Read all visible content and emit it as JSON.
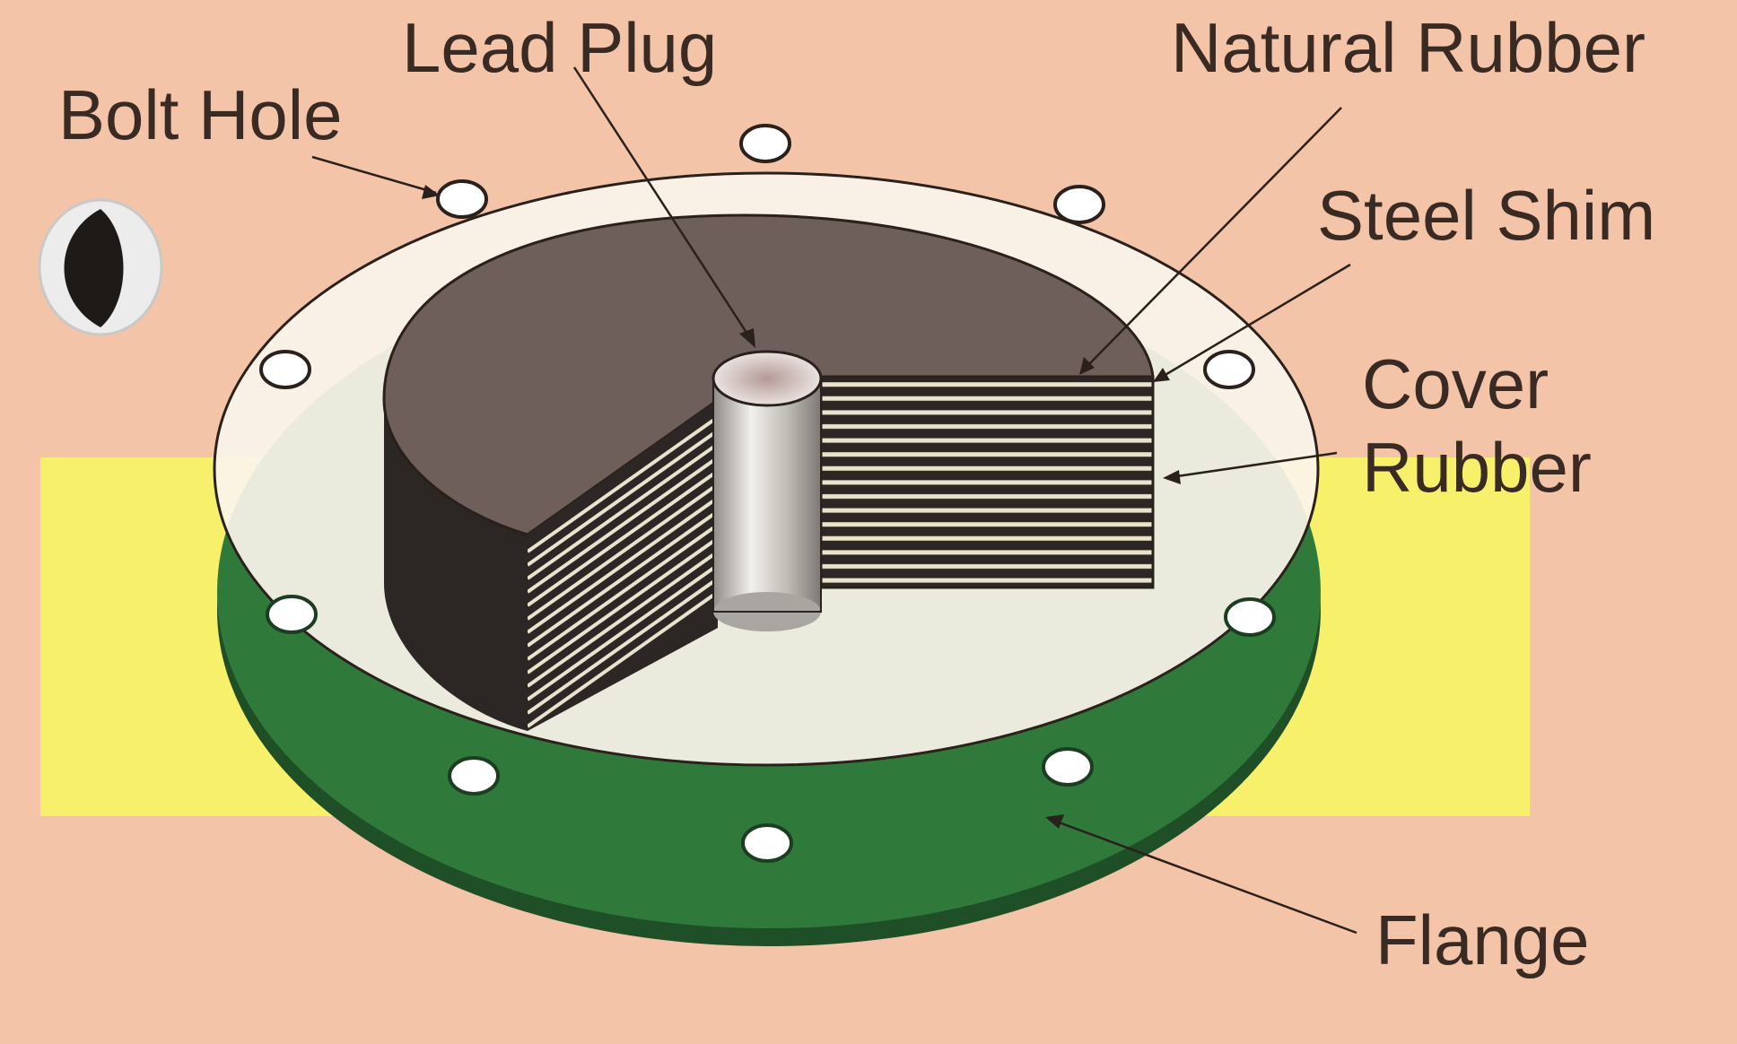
{
  "labels": {
    "lead_plug": "Lead Plug",
    "natural_rubber": "Natural Rubber",
    "bolt_hole": "Bolt Hole",
    "steel_shim": "Steel Shim",
    "cover_rubber_line1": "Cover",
    "cover_rubber_line2": "Rubber",
    "flange": "Flange"
  },
  "colors": {
    "background": "#f3c4a8",
    "highlight": "#f7f06a",
    "flange": "#2f7a3a",
    "top_plate": "#fbf4ec",
    "rubber_body": "#2c2624",
    "rubber_top": "#6f5f5a",
    "shim": "#e9e2cc",
    "lead": "#d9d7d2",
    "text": "#3a2a24"
  }
}
